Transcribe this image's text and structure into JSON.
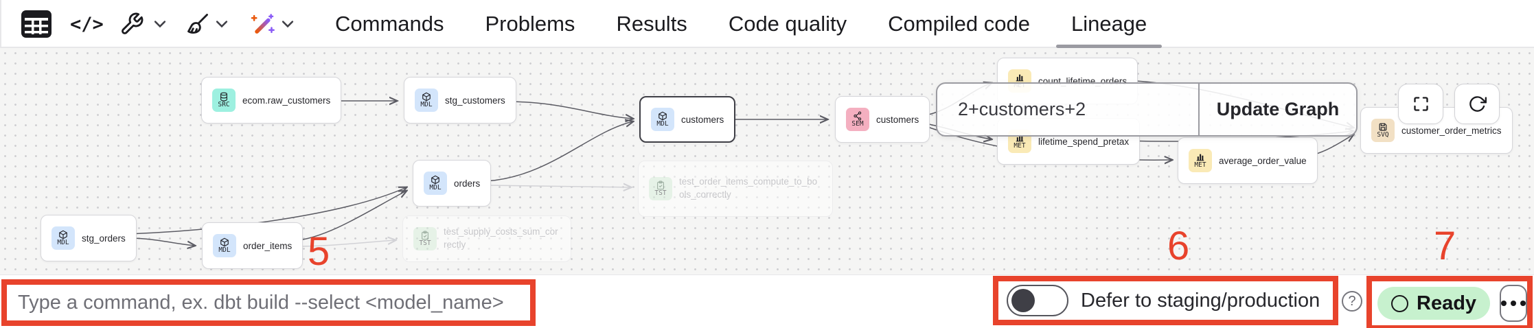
{
  "toolbar": {
    "code_glyph": "</>",
    "icons": [
      "table-icon",
      "code-icon",
      "wrench-icon",
      "broom-icon",
      "magic-wand-icon"
    ]
  },
  "tabs": {
    "items": [
      {
        "label": "Commands"
      },
      {
        "label": "Problems"
      },
      {
        "label": "Results"
      },
      {
        "label": "Code quality"
      },
      {
        "label": "Compiled code"
      },
      {
        "label": "Lineage"
      }
    ],
    "active": "Lineage"
  },
  "lineage": {
    "selector": {
      "query": "2+customers+2",
      "update_button": "Update Graph"
    },
    "nodes": [
      {
        "badge": "SRC",
        "label": "ecom.raw_customers"
      },
      {
        "badge": "MDL",
        "label": "stg_customers"
      },
      {
        "badge": "MDL",
        "label": "customers",
        "selected": true
      },
      {
        "badge": "SEM",
        "label": "customers"
      },
      {
        "badge": "MET",
        "label": "count_lifetime_orders"
      },
      {
        "badge": "MET",
        "label": "lifetime_spend_pretax"
      },
      {
        "badge": "MET",
        "label": "average_order_value"
      },
      {
        "badge": "SVQ",
        "label": "customer_order_metrics"
      },
      {
        "badge": "MDL",
        "label": "orders"
      },
      {
        "badge": "TST",
        "label": "test_order_items_compute_to_bools_correctly",
        "faded": true
      },
      {
        "badge": "MDL",
        "label": "stg_orders"
      },
      {
        "badge": "MDL",
        "label": "order_items"
      },
      {
        "badge": "TST",
        "label": "test_supply_costs_sum_correctly",
        "faded": true
      }
    ]
  },
  "bottom_bar": {
    "command_placeholder": "Type a command, ex. dbt build --select <model_name>",
    "defer_toggle_label": "Defer to staging/production",
    "defer_toggle_state": "off",
    "help_glyph": "?",
    "status_label": "Ready"
  },
  "annotations": {
    "box5": "5",
    "box6": "6",
    "box7": "7"
  },
  "colors": {
    "annotation_red": "#e8432c",
    "badge_src": "#9df0e0",
    "badge_mdl": "#d3e5fb",
    "badge_met": "#faeab6",
    "badge_sem": "#f4afc0",
    "badge_svq": "#f2e0c4",
    "badge_tst": "#d9f0dc",
    "ready_bg": "#c7f1ce"
  }
}
